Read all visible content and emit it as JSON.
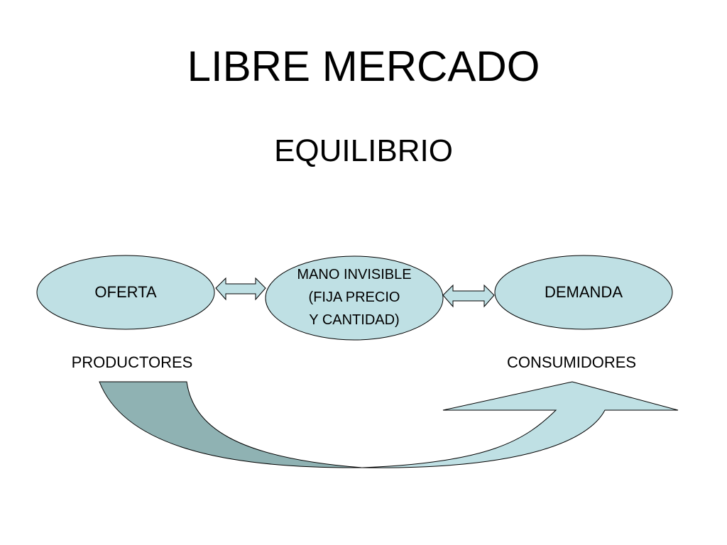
{
  "title": "LIBRE MERCADO",
  "subtitle": "EQUILIBRIO",
  "nodes": {
    "left": {
      "label": "OFERTA"
    },
    "center": {
      "label": "MANO INVISIBLE\n(FIJA PRECIO\n Y CANTIDAD)"
    },
    "right": {
      "label": "DEMANDA"
    }
  },
  "captions": {
    "left": "PRODUCTORES",
    "right": "CONSUMIDORES"
  },
  "colors": {
    "node_fill": "#bfe0e4",
    "arrow_fill": "#bfe0e4",
    "curve_dark": "#8fb2b3",
    "curve_light": "#bfe0e4",
    "stroke": "#000000"
  }
}
